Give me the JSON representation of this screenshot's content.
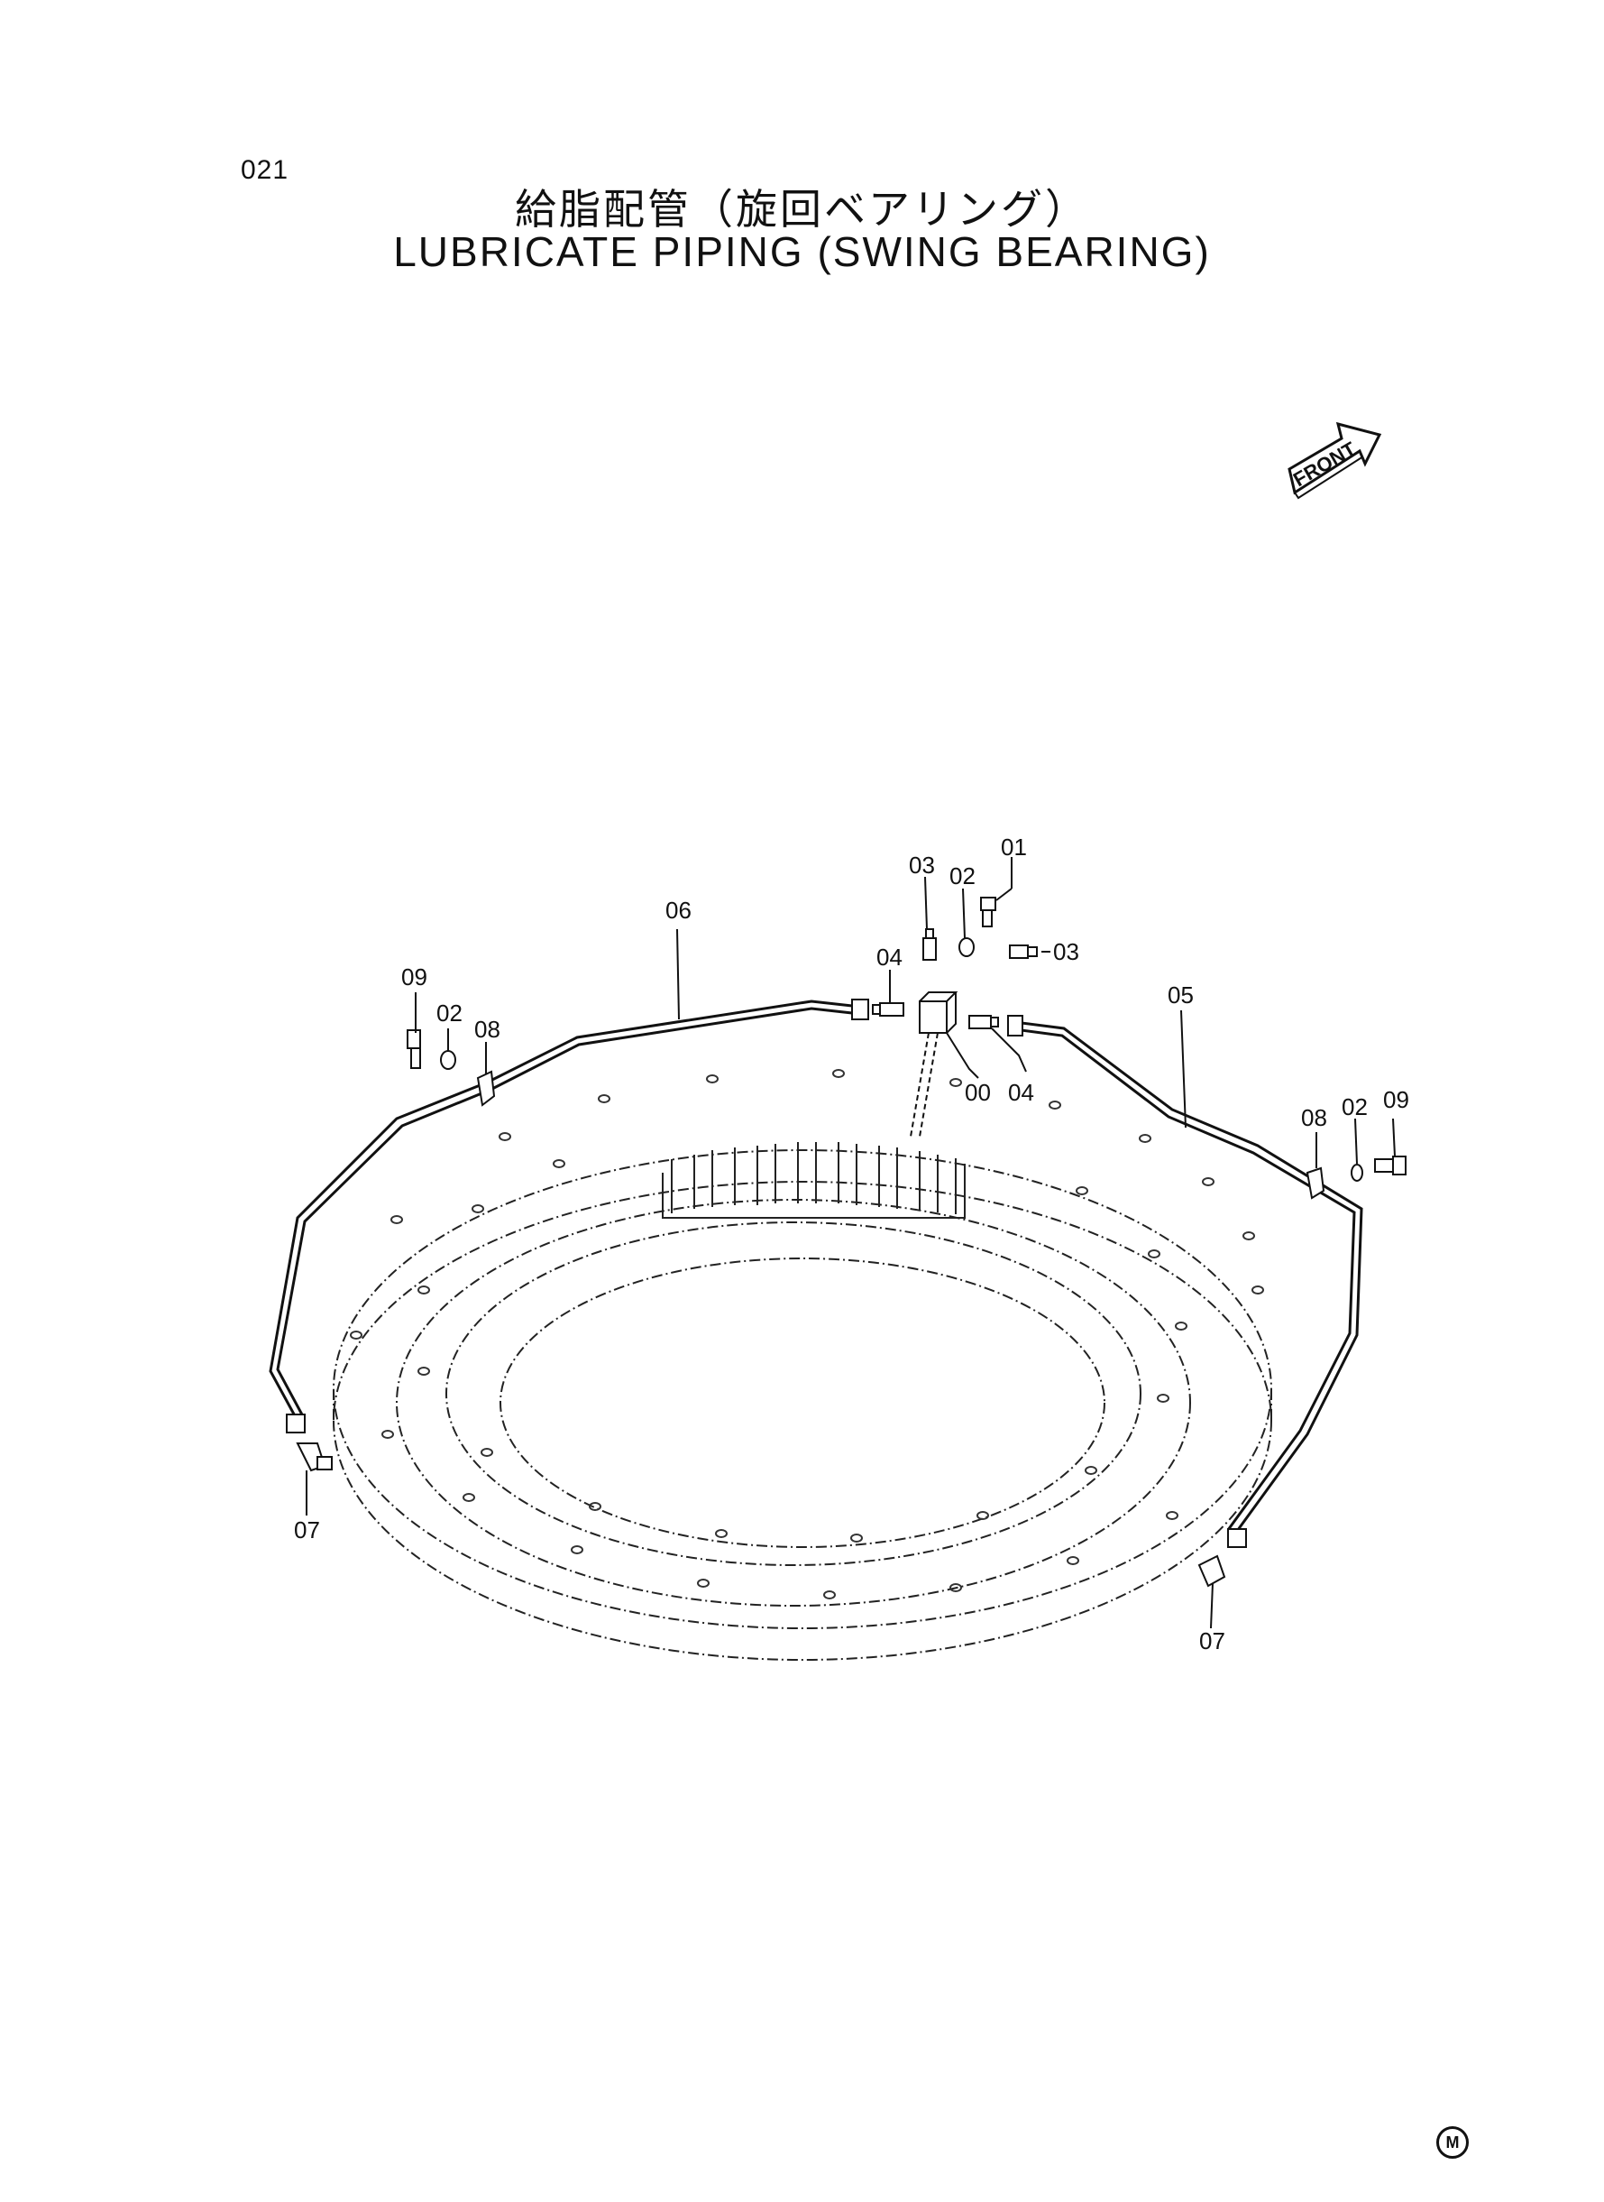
{
  "page": {
    "number": "021",
    "title_jp": "給脂配管（旋回ベアリング）",
    "title_en": "LUBRICATE PIPING (SWING BEARING)",
    "front_label": "FRONT",
    "corner_mark": "M"
  },
  "callouts": [
    {
      "id": "01",
      "text": "01"
    },
    {
      "id": "03a",
      "text": "03"
    },
    {
      "id": "02a",
      "text": "02"
    },
    {
      "id": "06",
      "text": "06"
    },
    {
      "id": "04a",
      "text": "04"
    },
    {
      "id": "03b",
      "text": "03"
    },
    {
      "id": "05",
      "text": "05"
    },
    {
      "id": "09a",
      "text": "09"
    },
    {
      "id": "02b",
      "text": "02"
    },
    {
      "id": "08a",
      "text": "08"
    },
    {
      "id": "00",
      "text": "00"
    },
    {
      "id": "04b",
      "text": "04"
    },
    {
      "id": "08b",
      "text": "08"
    },
    {
      "id": "02c",
      "text": "02"
    },
    {
      "id": "09b",
      "text": "09"
    },
    {
      "id": "07a",
      "text": "07"
    },
    {
      "id": "07b",
      "text": "07"
    }
  ]
}
